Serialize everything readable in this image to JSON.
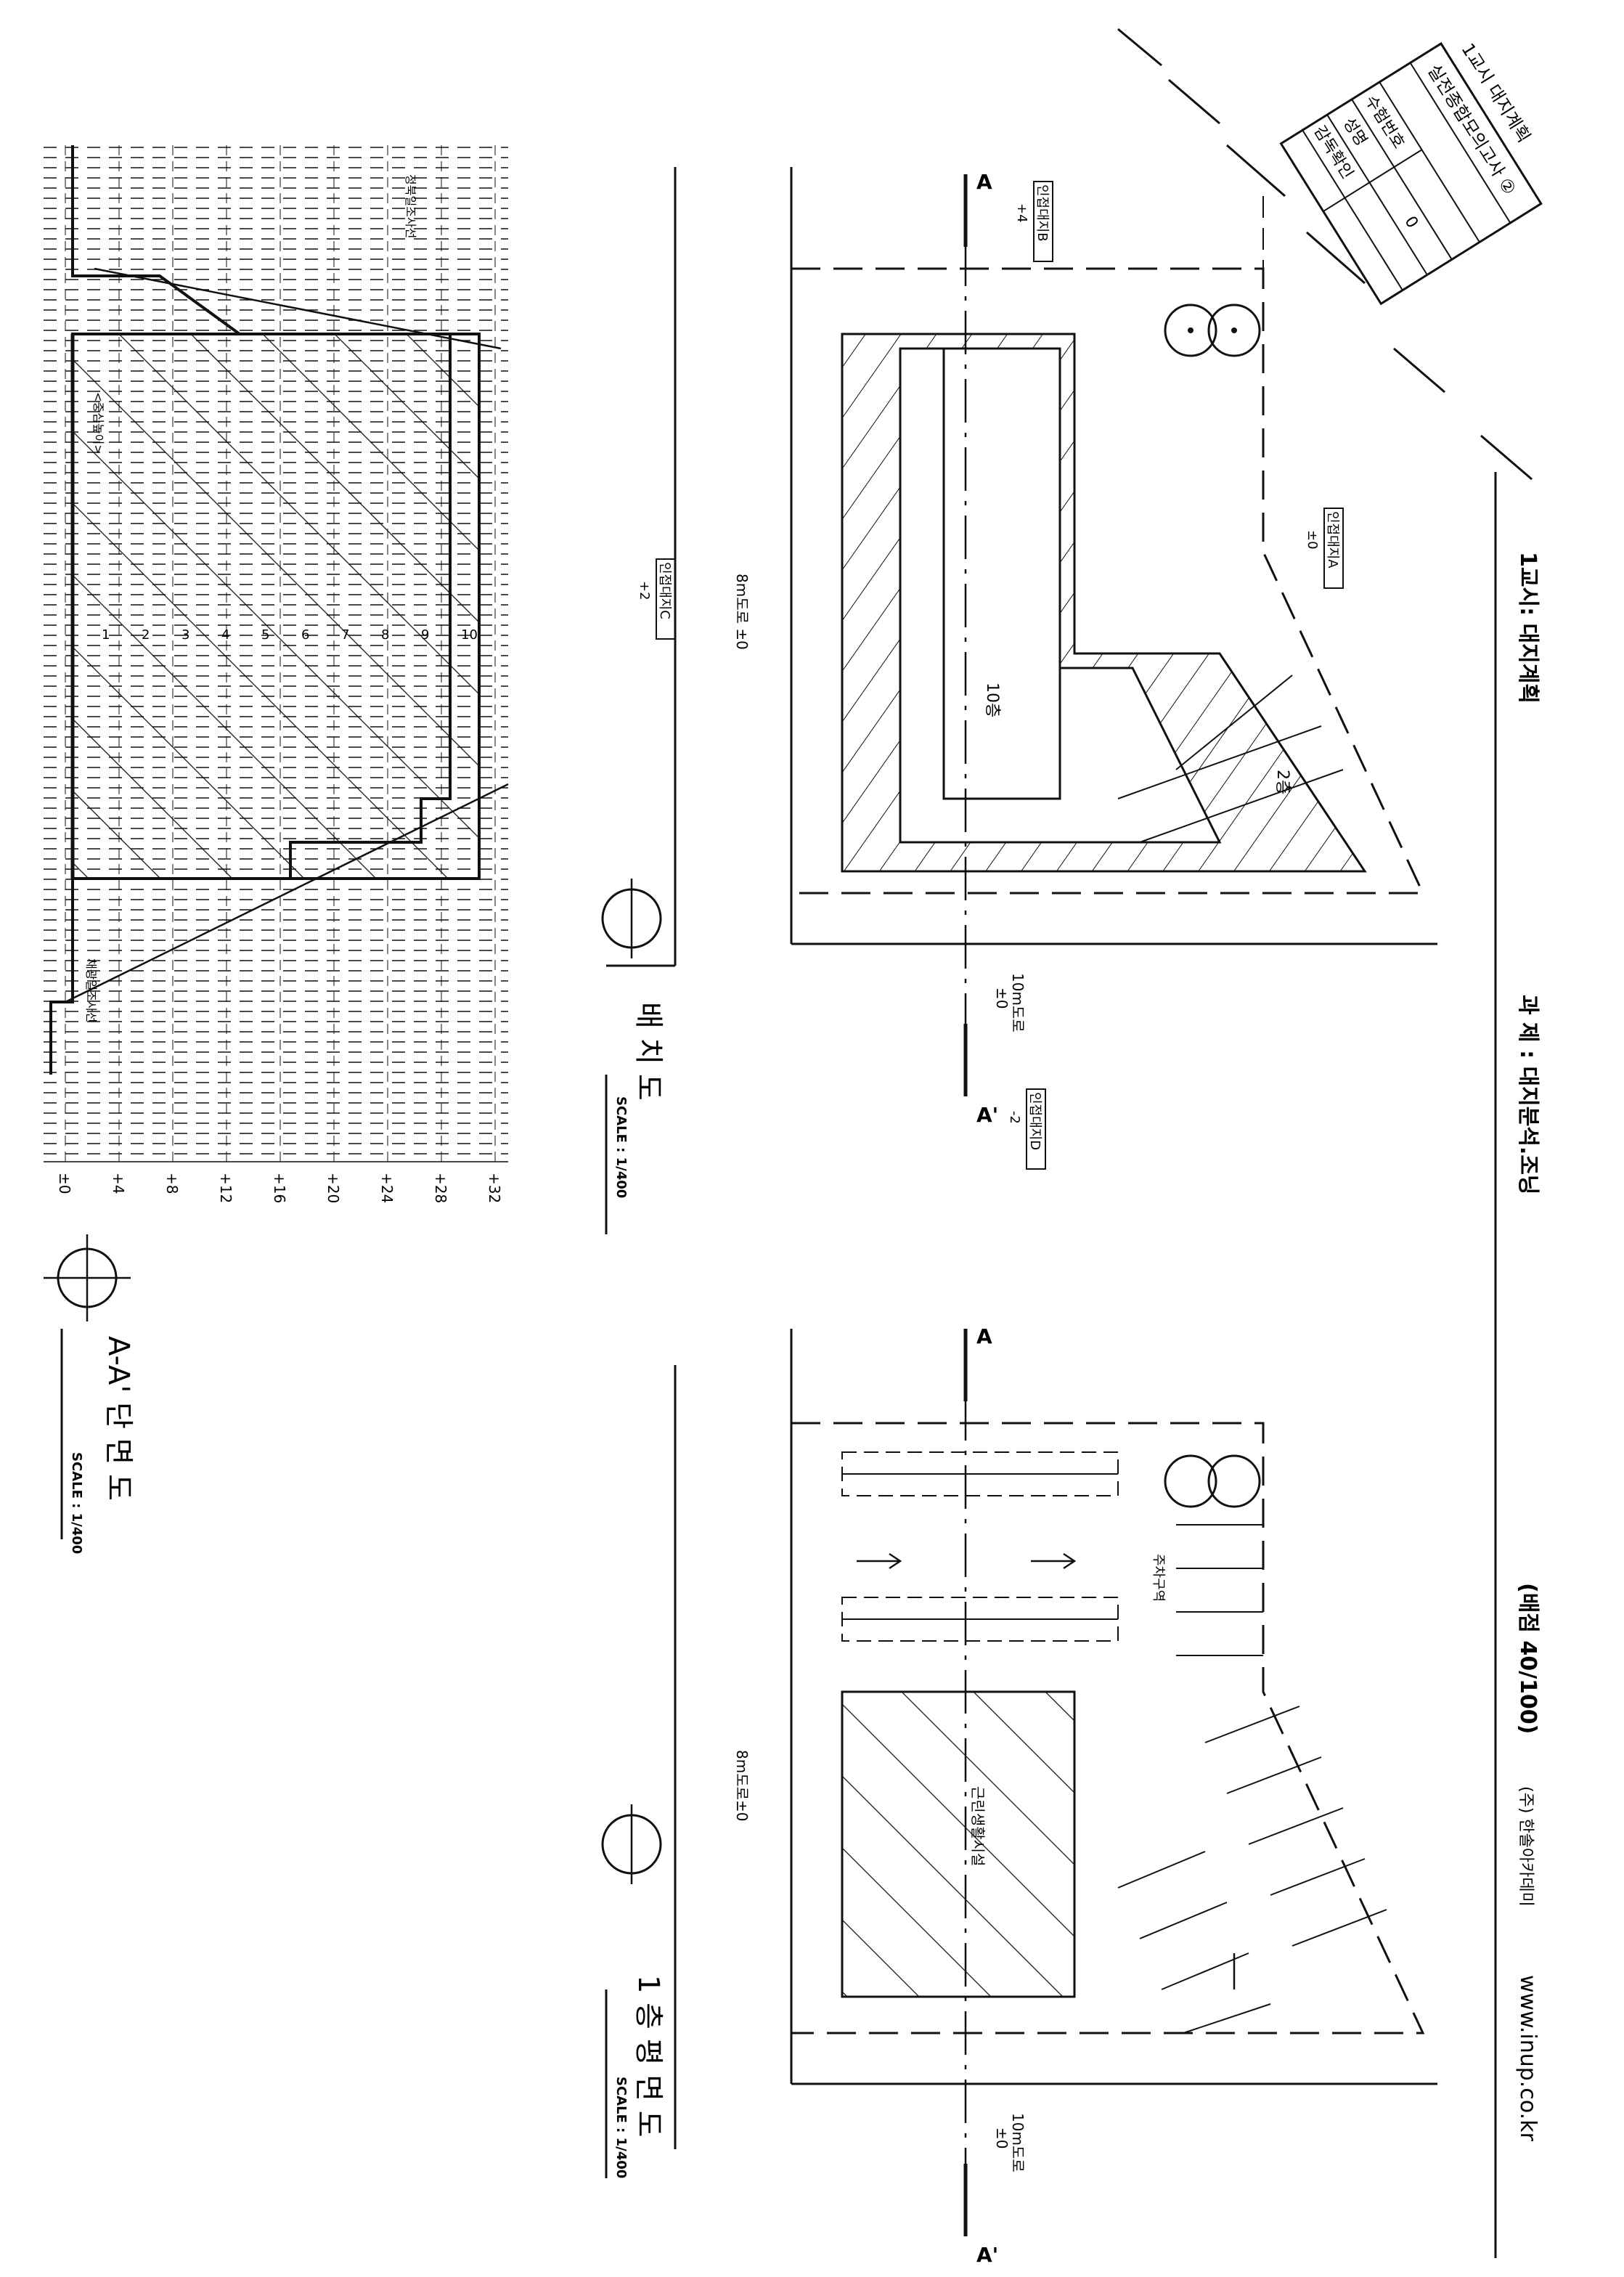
{
  "header": {
    "exam_title_1": "1교시 대지계획",
    "exam_title_2": "실전종합모의고사 ②",
    "table_label_number": "수험번호",
    "table_label_name": "성명",
    "table_label_check": "감독확인",
    "table_value_number": "",
    "table_value_name": "0",
    "main_title": "1교시: 대지계획",
    "subject": "과 제 : 대지분석.조닝",
    "score": "(배점 40/100)",
    "publisher": "(주) 한솔아카데미",
    "url": "www.inup.co.kr"
  },
  "site_plan": {
    "title": "배 치 도",
    "scale": "SCALE : 1/400",
    "adj_a_label": "인접대지A",
    "adj_a_level": "±0",
    "adj_b_label": "인접대지B",
    "adj_b_level": "+4",
    "adj_c_label": "인접대지C",
    "adj_c_level": "+2",
    "adj_d_label": "인접대지D",
    "adj_d_level": "-2",
    "road_8m": "8m도로 ±0",
    "road_10m_1": "10m도로",
    "road_10m_2": "±0",
    "section_a": "A",
    "section_a2": "A'",
    "building_label": "10층",
    "zone_note": "2층"
  },
  "floor_plan": {
    "title": "1 층 평 면 도",
    "scale": "SCALE : 1/400",
    "road_8m": "8m도로±0",
    "road_10m_1": "10m도로",
    "road_10m_2": "±0",
    "section_a": "A",
    "section_a2": "A'",
    "note_parking": "주차구역",
    "note_building": "근린생활시설"
  },
  "section": {
    "title": "A-A' 단 면 도",
    "scale": "SCALE : 1/400",
    "levels": [
      "±0",
      "+4",
      "+8",
      "+12",
      "+16",
      "+20",
      "+24",
      "+28",
      "+32"
    ],
    "floors": [
      "1",
      "2",
      "3",
      "4",
      "5",
      "6",
      "7",
      "8",
      "9",
      "10"
    ],
    "note_top": "정북일조사선",
    "note_mid": "<중심높이>",
    "note_bottom": "채광일조사선"
  }
}
